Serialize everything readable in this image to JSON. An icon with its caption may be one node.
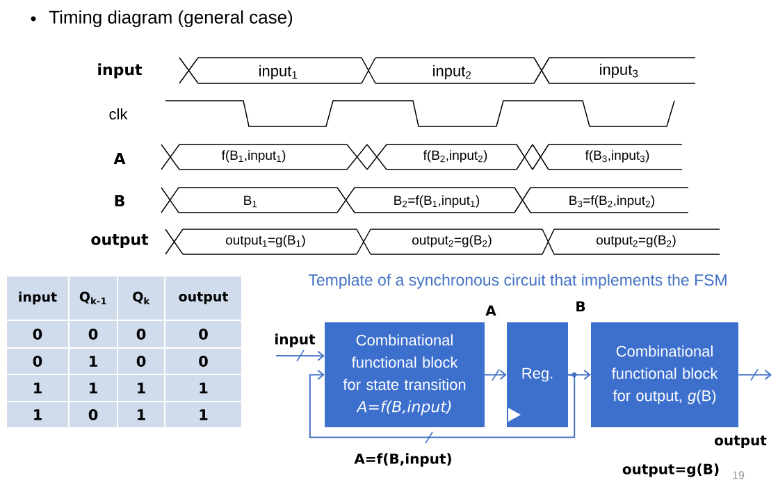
{
  "diagram": {
    "title": "Timing diagram (general case)",
    "nodes": [
      {
        "text": [
          "Combinational functional block for state transition",
          "A=f(B,input)"
        ]
      },
      {
        "text": [
          "Reg."
        ]
      },
      {
        "text": [
          "Combinational functional block for output, *g*(B)"
        ]
      }
    ],
    "edges": [
      {
        "from": null,
        "to": 0,
        "arrow": "to",
        "label": "input"
      },
      {
        "from": 0,
        "to": 1,
        "arrow": "to",
        "label": "A"
      },
      {
        "from": 1,
        "to": 2,
        "arrow": "to",
        "label": "B"
      },
      {
        "from": 1,
        "to": 0,
        "arrow": "to",
        "label": "A=f(B,input)"
      },
      {
        "from": 2,
        "to": null,
        "arrow": "to",
        "label": "output"
      }
    ],
    "labels": [
      "input",
      "input$_{1}$",
      "input$_{2}$",
      "input$_{3}$",
      "clk",
      "A",
      "f(B$_{1}$,input$_{1}$)",
      "f(B$_{2}$,input$_{2}$)",
      "f(B$_{3}$,input$_{3}$)",
      "B",
      "B$_{1}$",
      "B$_{2}$=f(B$_{1}$,input$_{1}$)",
      "B$_{3}$=f(B$_{2}$,input$_{2}$)",
      "output",
      "output$_{1}$=g(B$_{1}$)",
      "output$_{2}$=g(B$_{2}$)",
      "output$_{2}$=g(B$_{2}$)",
      "input",
      "Q$_{k-1}$",
      "Q$_{k}$",
      "output",
      "0",
      "0",
      "0",
      "0",
      "0",
      "1",
      "0",
      "0",
      "1",
      "1",
      "1",
      "1",
      "1",
      "0",
      "1",
      "1",
      "Template of a synchronous circuit that implements the FSM",
      "output=g(B)",
      "19"
    ]
  }
}
